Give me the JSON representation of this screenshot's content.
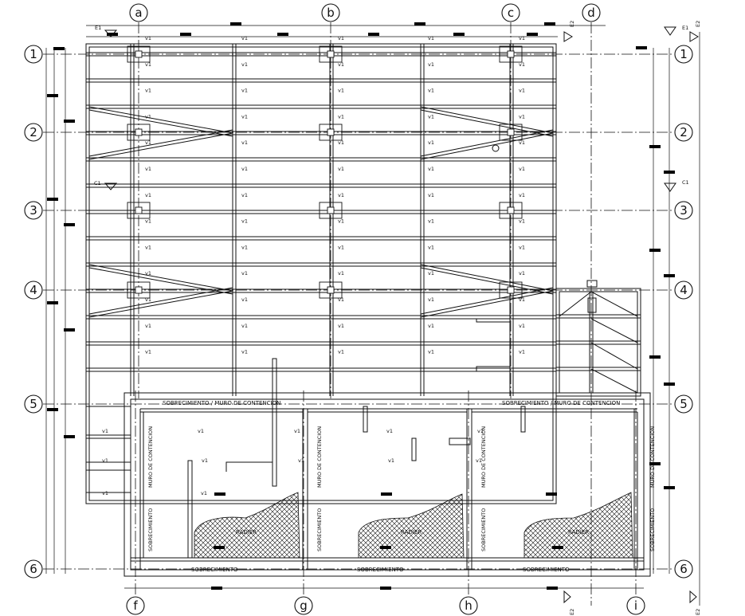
{
  "grid": {
    "top_columns": [
      "a",
      "b",
      "c",
      "d"
    ],
    "bottom_columns": [
      "f",
      "g",
      "h",
      "i"
    ],
    "rows": [
      "1",
      "2",
      "3",
      "4",
      "5",
      "6"
    ]
  },
  "section_marks": {
    "e1_left": "E1",
    "e1_right": "E1",
    "c1_left": "C1",
    "c1_right": "C1",
    "e2_top": "E2",
    "e2_right": "E2",
    "e2_bottom": "E2",
    "e2_bottom_right": "E2"
  },
  "labels": {
    "beam": "v1",
    "sobrecimiento_muro": "SOBRECIMIENTO / MURO DE CONTENCION",
    "sobrecimiento": "SOBRECIMIENTO",
    "muro_contencion": "MURO DE CONTENCION",
    "radier": "RADIER"
  },
  "colors": {
    "line": "#111111",
    "dim_mark": "#000000",
    "background": "#ffffff"
  }
}
